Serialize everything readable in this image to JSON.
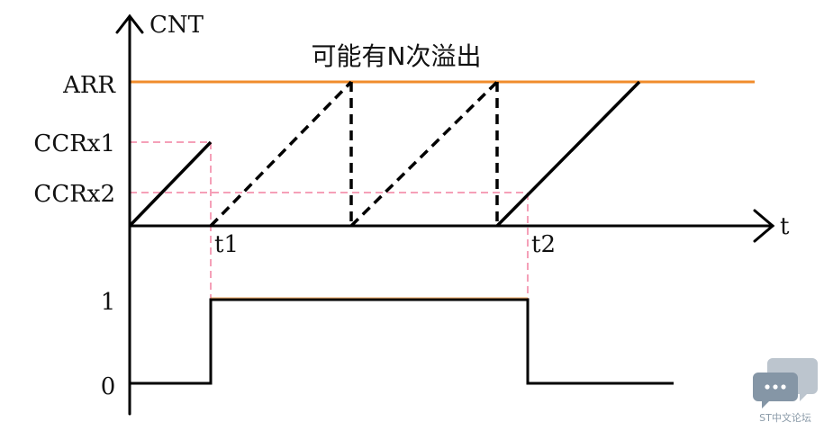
{
  "diagram": {
    "labels": {
      "y_axis": "CNT",
      "x_axis": "t",
      "arr": "ARR",
      "ccr1": "CCRx1",
      "ccr2": "CCRx2",
      "t1": "t1",
      "t2": "t2",
      "high": "1",
      "low": "0",
      "overflow_note": "可能有N次溢出"
    },
    "colors": {
      "axis": "#000000",
      "arr_line": "#f08c2c",
      "guide_dash": "#f5a0b8",
      "signal": "#000000",
      "logo": "#8596a6"
    }
  },
  "watermark": {
    "text": "ST中文论坛",
    "icon": "chat-bubbles-icon"
  }
}
